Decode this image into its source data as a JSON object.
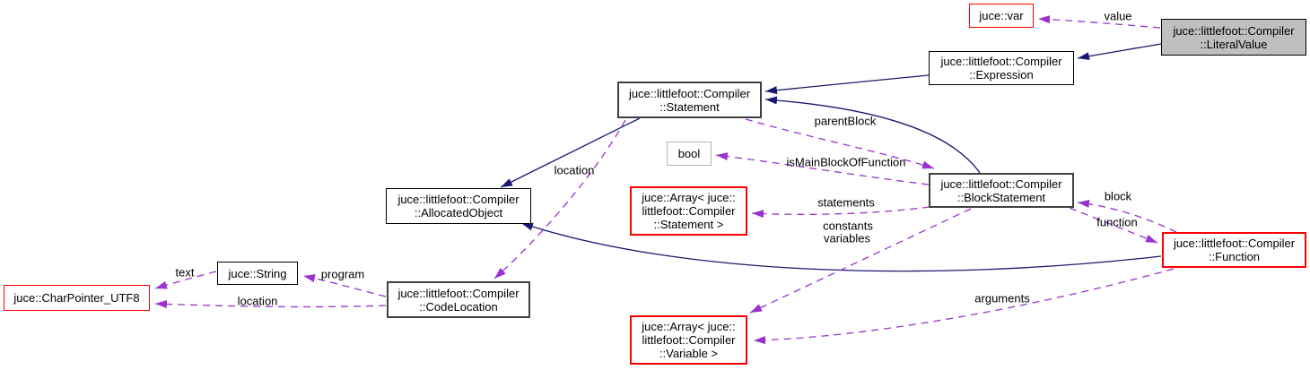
{
  "diagram_type": "doxygen-collaboration-graph",
  "colors": {
    "background": "#ffffff",
    "inheritance_edge": "#191970",
    "usage_edge": "#9a32cd",
    "current_node_fill": "#bfbfbf",
    "undocumented_node_border": "#ff0000",
    "linked_node_border": "#404040",
    "plain_node_border": "#b2b2b2",
    "node_text": "#000000"
  },
  "nodes": {
    "var": {
      "label": "juce::var"
    },
    "literal_value": {
      "line1": "juce::littlefoot::Compiler",
      "line2": "::LiteralValue"
    },
    "expression": {
      "line1": "juce::littlefoot::Compiler",
      "line2": "::Expression"
    },
    "statement": {
      "line1": "juce::littlefoot::Compiler",
      "line2": "::Statement"
    },
    "bool": {
      "label": "bool"
    },
    "block_statement": {
      "line1": "juce::littlefoot::Compiler",
      "line2": "::BlockStatement"
    },
    "allocated_object": {
      "line1": "juce::littlefoot::Compiler",
      "line2": "::AllocatedObject"
    },
    "array_statement": {
      "line1": "juce::Array< juce::",
      "line2": "littlefoot::Compiler",
      "line3": "::Statement >"
    },
    "function": {
      "line1": "juce::littlefoot::Compiler",
      "line2": "::Function"
    },
    "string": {
      "label": "juce::String"
    },
    "char_pointer_utf8": {
      "label": "juce::CharPointer_UTF8"
    },
    "code_location": {
      "line1": "juce::littlefoot::Compiler",
      "line2": "::CodeLocation"
    },
    "array_variable": {
      "line1": "juce::Array< juce::",
      "line2": "littlefoot::Compiler",
      "line3": "::Variable >"
    }
  },
  "labels": {
    "value": "value",
    "parent_block": "parentBlock",
    "is_main_block_of_function": "isMainBlockOfFunction",
    "location_statement": "location",
    "statements": "statements",
    "constants": "constants",
    "variables": "variables",
    "block": "block",
    "function": "function",
    "text": "text",
    "program": "program",
    "location_code": "location",
    "arguments": "arguments"
  }
}
